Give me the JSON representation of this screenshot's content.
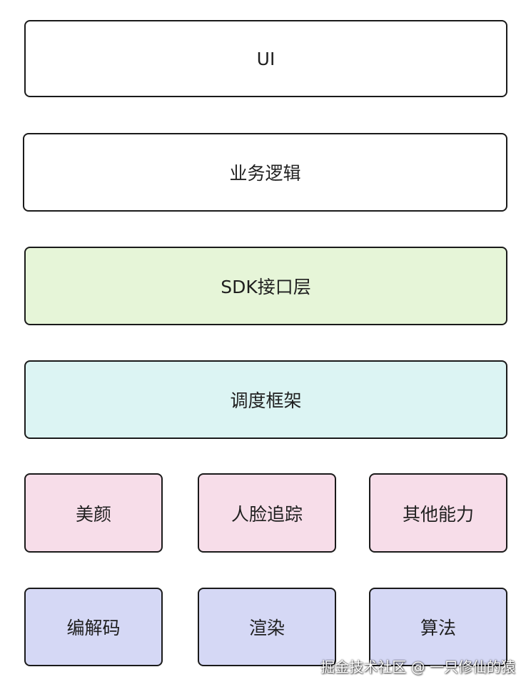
{
  "layers": [
    {
      "id": "ui",
      "label": "UI",
      "color": "#ffffff"
    },
    {
      "id": "business-logic",
      "label": "业务逻辑",
      "color": "#ffffff"
    },
    {
      "id": "sdk-interface",
      "label": "SDK接口层",
      "color": "#e6f5d8"
    },
    {
      "id": "scheduling-framework",
      "label": "调度框架",
      "color": "#dcf4f3"
    }
  ],
  "capabilities": [
    {
      "id": "beauty",
      "label": "美颜",
      "color": "#f7dde9"
    },
    {
      "id": "face-tracking",
      "label": "人脸追踪",
      "color": "#f7dde9"
    },
    {
      "id": "other-abilities",
      "label": "其他能力",
      "color": "#f7dde9"
    }
  ],
  "base": [
    {
      "id": "codec",
      "label": "编解码",
      "color": "#d5d8f5"
    },
    {
      "id": "rendering",
      "label": "渲染",
      "color": "#d5d8f5"
    },
    {
      "id": "algorithm",
      "label": "算法",
      "color": "#d5d8f5"
    }
  ],
  "watermark": "掘金技术社区 @ 一只修仙的猿"
}
